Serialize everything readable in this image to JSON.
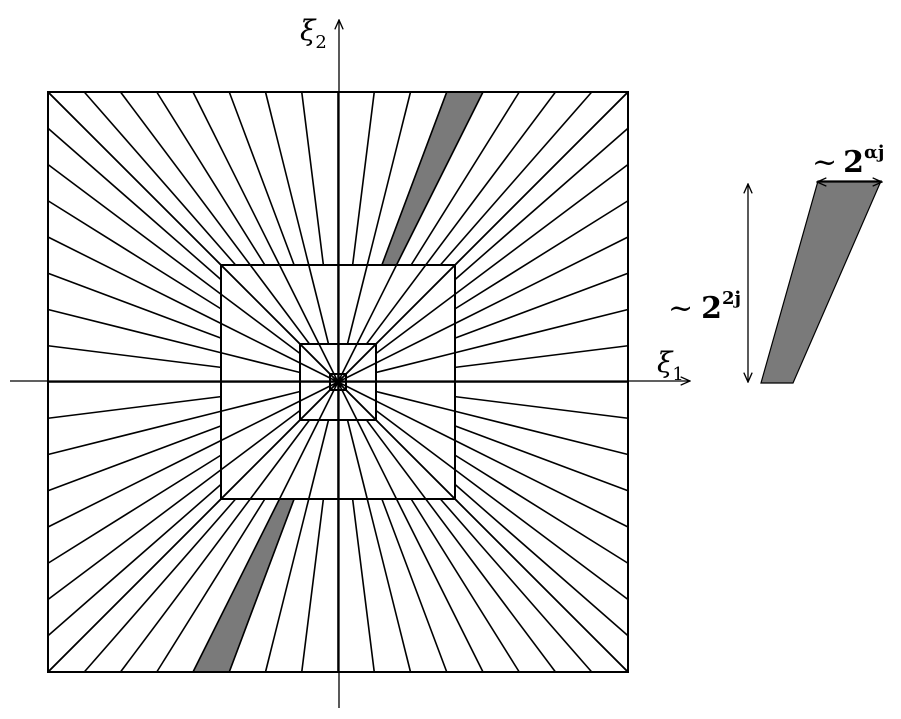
{
  "axes": {
    "horizontal_label": "ξ",
    "horizontal_sub": "1",
    "vertical_label": "ξ",
    "vertical_sub": "2"
  },
  "tiling": {
    "levels": 4,
    "wedges_per_side_outer": 16,
    "shaded_fill": "#7a7a7a",
    "line_color": "#000000"
  },
  "annotation": {
    "height_tilde": "~",
    "height_base": "2",
    "height_exp": "2j",
    "width_tilde": "~",
    "width_base": "2",
    "width_exp": "αj"
  }
}
